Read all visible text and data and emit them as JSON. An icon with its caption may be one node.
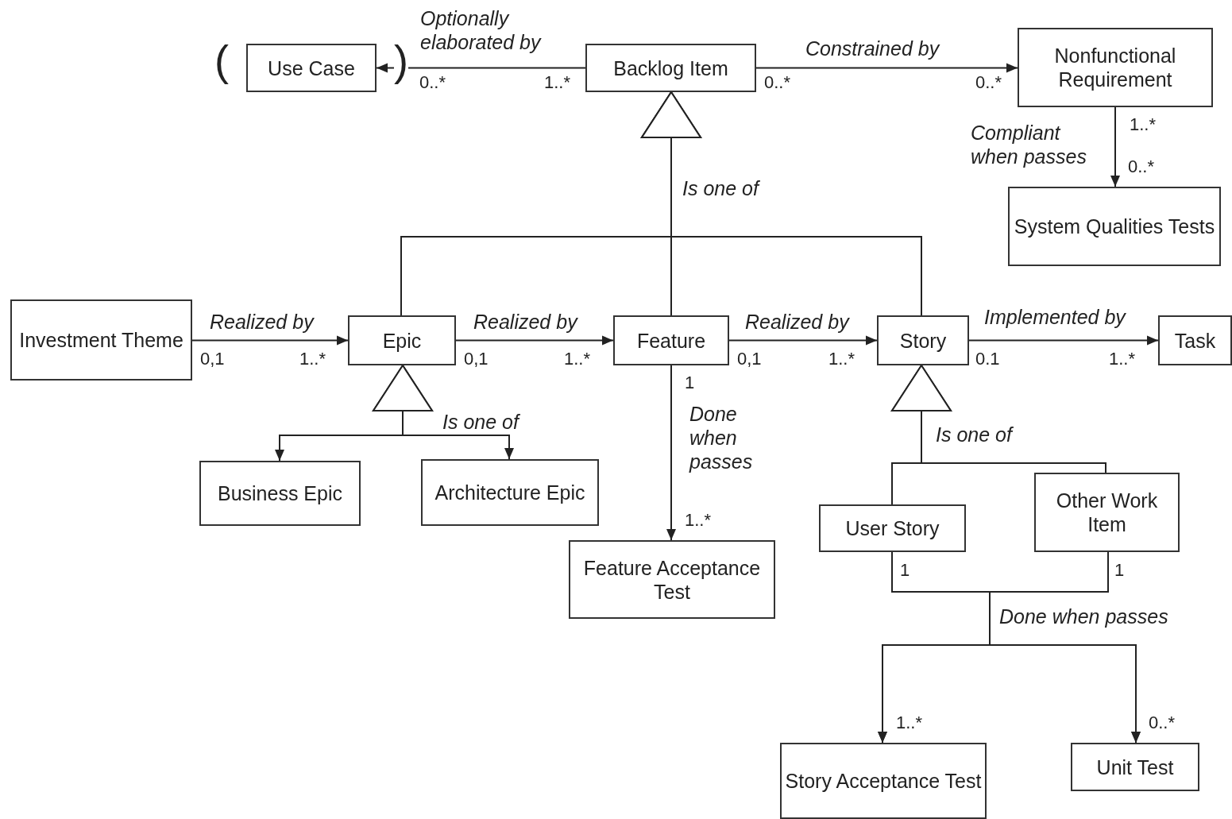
{
  "diagram": {
    "nodes": [
      {
        "text": [
          "Use Case"
        ],
        "beside": [
          "(",
          ")"
        ]
      },
      {
        "text": [
          "Backlog Item"
        ]
      },
      {
        "text": [
          "Nonfunctional Requirement"
        ]
      },
      {
        "text": [
          "System Qualities Tests"
        ]
      },
      {
        "text": [
          "Investment Theme"
        ]
      },
      {
        "text": [
          "Epic"
        ]
      },
      {
        "text": [
          "Feature"
        ]
      },
      {
        "text": [
          "Story"
        ]
      },
      {
        "text": [
          "Task"
        ]
      },
      {
        "text": [
          "Business Epic"
        ]
      },
      {
        "text": [
          "Architecture Epic"
        ]
      },
      {
        "text": [
          "Feature Acceptance Test"
        ]
      },
      {
        "text": [
          "User Story"
        ]
      },
      {
        "text": [
          "Other Work Item"
        ]
      },
      {
        "text": [
          "Story Acceptance Test"
        ]
      },
      {
        "text": [
          "Unit Test"
        ]
      }
    ],
    "edges": [
      {
        "from": 1,
        "to": 0,
        "arrow": "to",
        "label": "Optionally elaborated by"
      },
      {
        "from": 1,
        "to": 2,
        "arrow": "to",
        "label": "Constrained by"
      },
      {
        "from": 2,
        "to": 3,
        "arrow": "to",
        "label": "Compliant when passes"
      },
      {
        "from": 5,
        "to": 1,
        "arrow": "to"
      },
      {
        "from": 6,
        "to": 1,
        "arrow": "to",
        "label": "Is one of"
      },
      {
        "from": 7,
        "to": 1,
        "arrow": "to"
      },
      {
        "from": 4,
        "to": 5,
        "arrow": "to",
        "label": "Realized by"
      },
      {
        "from": 5,
        "to": 6,
        "arrow": "to",
        "label": "Realized by"
      },
      {
        "from": 6,
        "to": 7,
        "arrow": "to",
        "label": "Realized by"
      },
      {
        "from": 7,
        "to": 8,
        "arrow": "to",
        "label": "Implemented by"
      },
      {
        "from": 9,
        "to": 5,
        "arrow": "both"
      },
      {
        "from": 10,
        "to": 5,
        "arrow": "both",
        "label": "Is one of"
      },
      {
        "from": 6,
        "to": 11,
        "arrow": "to",
        "label": "Done when passes"
      },
      {
        "from": 12,
        "to": 7,
        "arrow": "to"
      },
      {
        "from": 13,
        "to": 7,
        "arrow": "to",
        "label": "Is one of"
      },
      {
        "from": 12,
        "to": 14,
        "arrow": "to",
        "label": "Done when passes"
      },
      {
        "from": 12,
        "to": 15,
        "arrow": "to"
      },
      {
        "from": 13,
        "to": 14,
        "arrow": "to"
      },
      {
        "from": 13,
        "to": 15,
        "arrow": "to"
      }
    ],
    "labels": [
      "0..*",
      "1..*",
      "0..*",
      "0..*",
      "1..*",
      "0..*",
      "0,1",
      "1..*",
      "0,1",
      "1..*",
      "0,1",
      "1..*",
      "0.1",
      "1..*",
      "1",
      "1..*",
      "1",
      "1",
      "1..*",
      "0..*"
    ]
  }
}
